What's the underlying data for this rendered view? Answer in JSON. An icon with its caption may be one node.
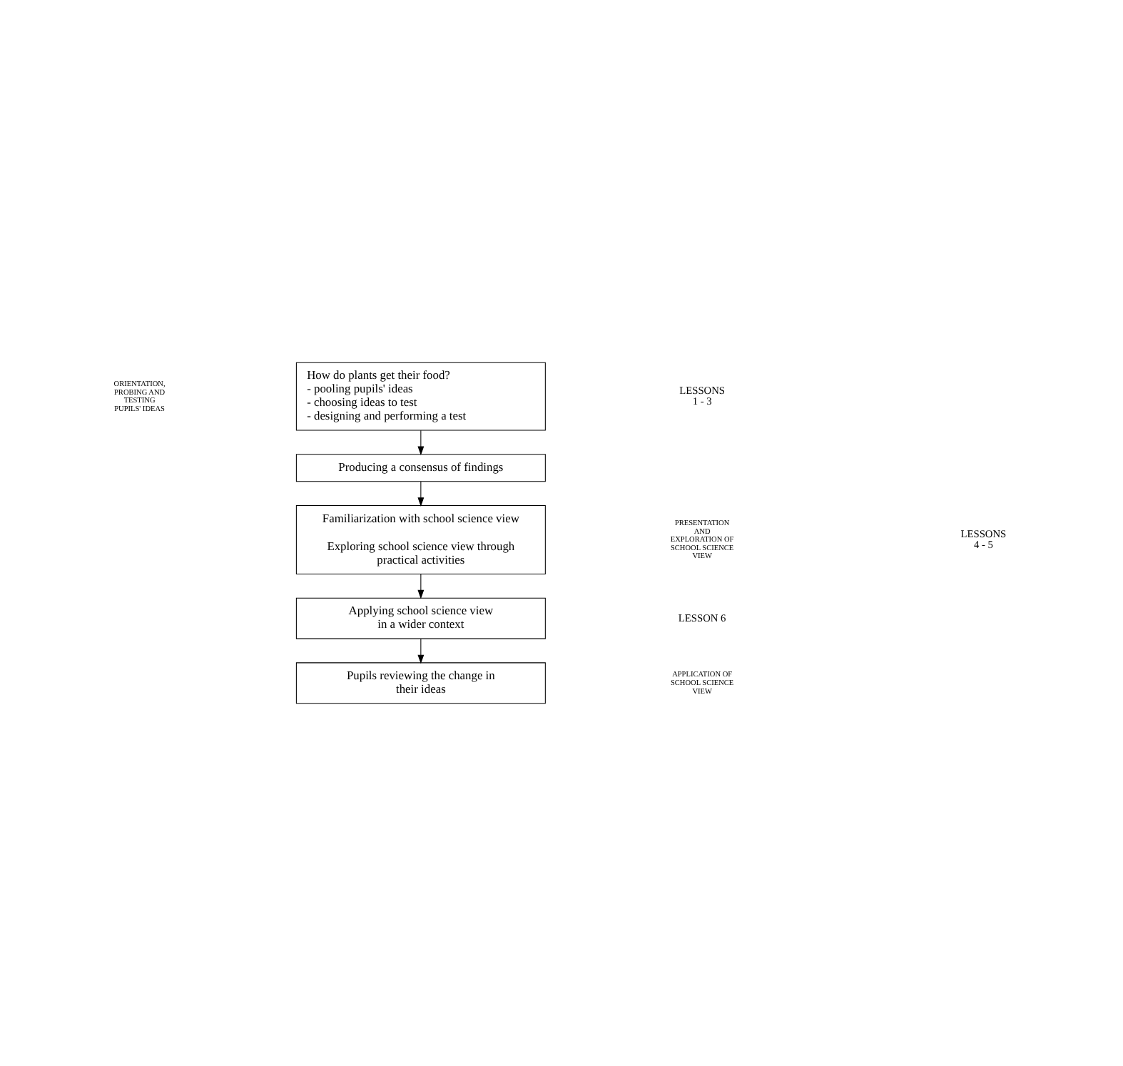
{
  "diagram": {
    "nodes": [
      {
        "text": [
          "How do plants get their food?",
          "- pooling pupils' ideas",
          "- choosing ideas to test",
          "- designing and performing a test"
        ]
      },
      {
        "text": [
          "Producing a consensus of findings"
        ]
      },
      {
        "text": [
          "Familiarization with school science view",
          "Exploring school science view through practical activities"
        ]
      },
      {
        "text": [
          "Applying school science view in a wider context"
        ]
      },
      {
        "text": [
          "Pupils reviewing the change in their ideas"
        ]
      }
    ],
    "edges": [
      {
        "from": 0,
        "to": 1,
        "arrow": "to"
      },
      {
        "from": 1,
        "to": 2,
        "arrow": "to"
      },
      {
        "from": 2,
        "to": 3,
        "arrow": "to"
      },
      {
        "from": 3,
        "to": 4,
        "arrow": "to"
      }
    ],
    "labels": [
      "ORIENTATION, PROBING AND TESTING PUPILS' IDEAS",
      "LESSONS 1 - 3",
      "PRESENTATION AND EXPLORATION OF SCHOOL SCIENCE VIEW",
      "LESSONS 4 - 5",
      "LESSON 6",
      "APPLICATION OF SCHOOL SCIENCE VIEW"
    ]
  }
}
